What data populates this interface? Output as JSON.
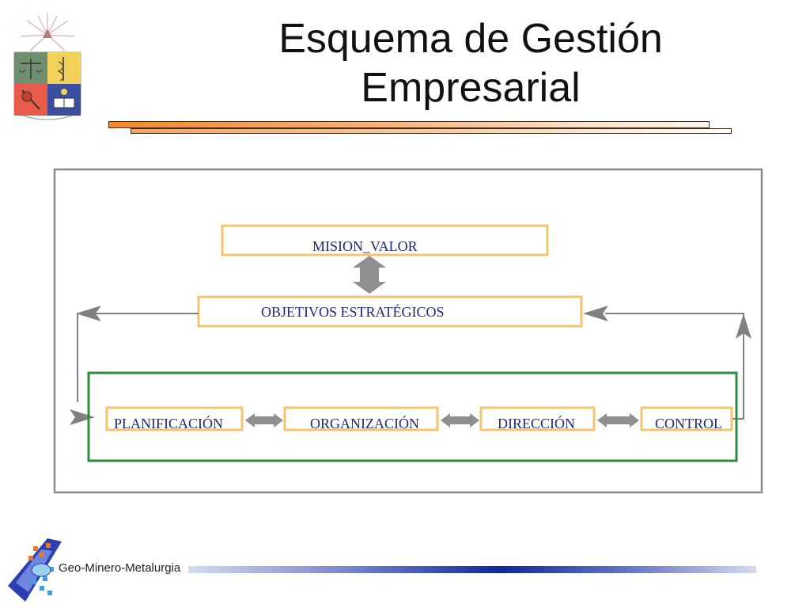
{
  "header": {
    "title_line1": "Esquema de Gestión",
    "title_line2": "Empresarial"
  },
  "diagram": {
    "mission": "MISION_VALOR",
    "objectives": "OBJETIVOS ESTRATÉGICOS",
    "processes": [
      "PLANIFICACIÓN",
      "ORGANIZACIÓN",
      "DIRECCIÓN",
      "CONTROL"
    ],
    "colors": {
      "outer_frame": "#8c8c8c",
      "node_border": "#f2c46e",
      "process_frame": "#2e8b3c",
      "arrow": "#808080",
      "label_text": "#1c2a78"
    }
  },
  "footer": {
    "logo_icon": "geo-minero-metalurgia-logo",
    "label": "Geo-Minero-Metalurgia"
  },
  "crest": {
    "icon": "university-crest-icon"
  }
}
